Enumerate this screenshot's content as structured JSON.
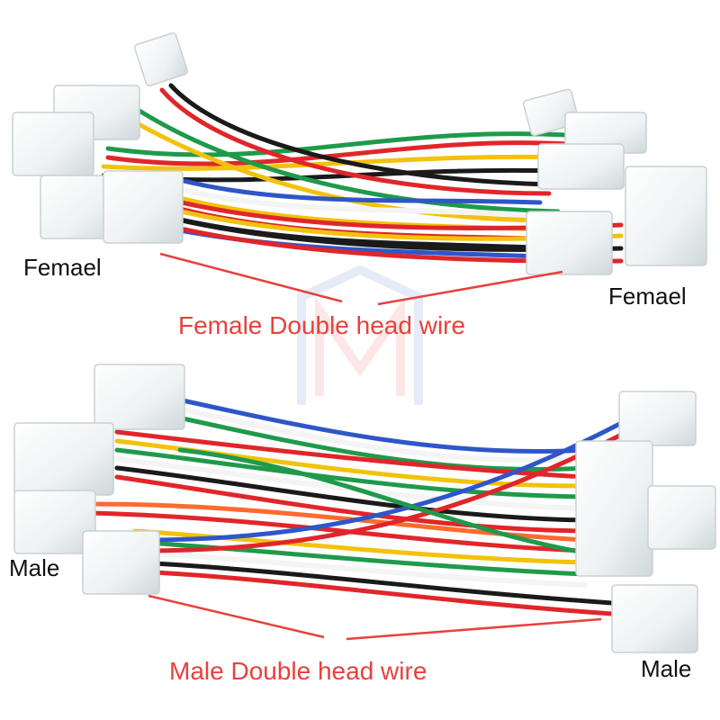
{
  "labels": {
    "female_left": "Femael",
    "female_right": "Femael",
    "male_left": "Male",
    "male_right": "Male"
  },
  "captions": {
    "female": "Female Double head wire",
    "male": "Male Double head wire"
  },
  "colors": {
    "caption": "#e8413c",
    "pointer_line": "#e8413c",
    "connector": "#eef2f3",
    "wire_red": "#e0262a",
    "wire_yellow": "#f2c20c",
    "wire_green": "#1f9a4a",
    "wire_black": "#1a1a1a",
    "wire_blue": "#2f56c8",
    "wire_white": "#f4f4f4",
    "wire_orange": "#ff6a2e"
  }
}
